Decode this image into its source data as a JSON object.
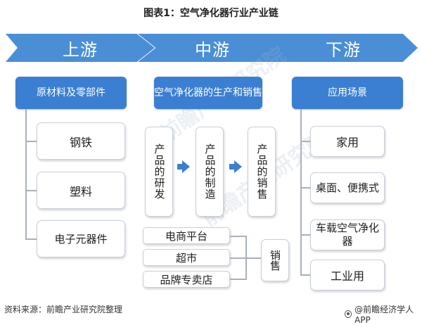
{
  "title": "图表1：空气净化器行业产业链",
  "stages": [
    "上游",
    "中游",
    "下游"
  ],
  "upstream": {
    "header": "原材料及零部件",
    "items": [
      "钢铁",
      "塑料",
      "电子元器件"
    ]
  },
  "midstream": {
    "header": "空气净化器的生产和销售",
    "steps": [
      "产品的研发",
      "产品的制造",
      "产品的销售"
    ],
    "channels": [
      "电商平台",
      "超市",
      "品牌专卖店"
    ],
    "sales_label": "销售"
  },
  "downstream": {
    "header": "应用场景",
    "items": [
      "家用",
      "桌面、便携式",
      "车载空气净化器",
      "工业用"
    ]
  },
  "watermark": "前瞻产业研究院",
  "footer": {
    "source": "资料来源：前瞻产业研究院整理",
    "brand": "@前瞻经济学人APP"
  },
  "colors": {
    "stage_banner": "#4a8ed6",
    "header": "#3b7fd2",
    "box_border": "#c8cfda",
    "connector": "#a8b0bc"
  }
}
